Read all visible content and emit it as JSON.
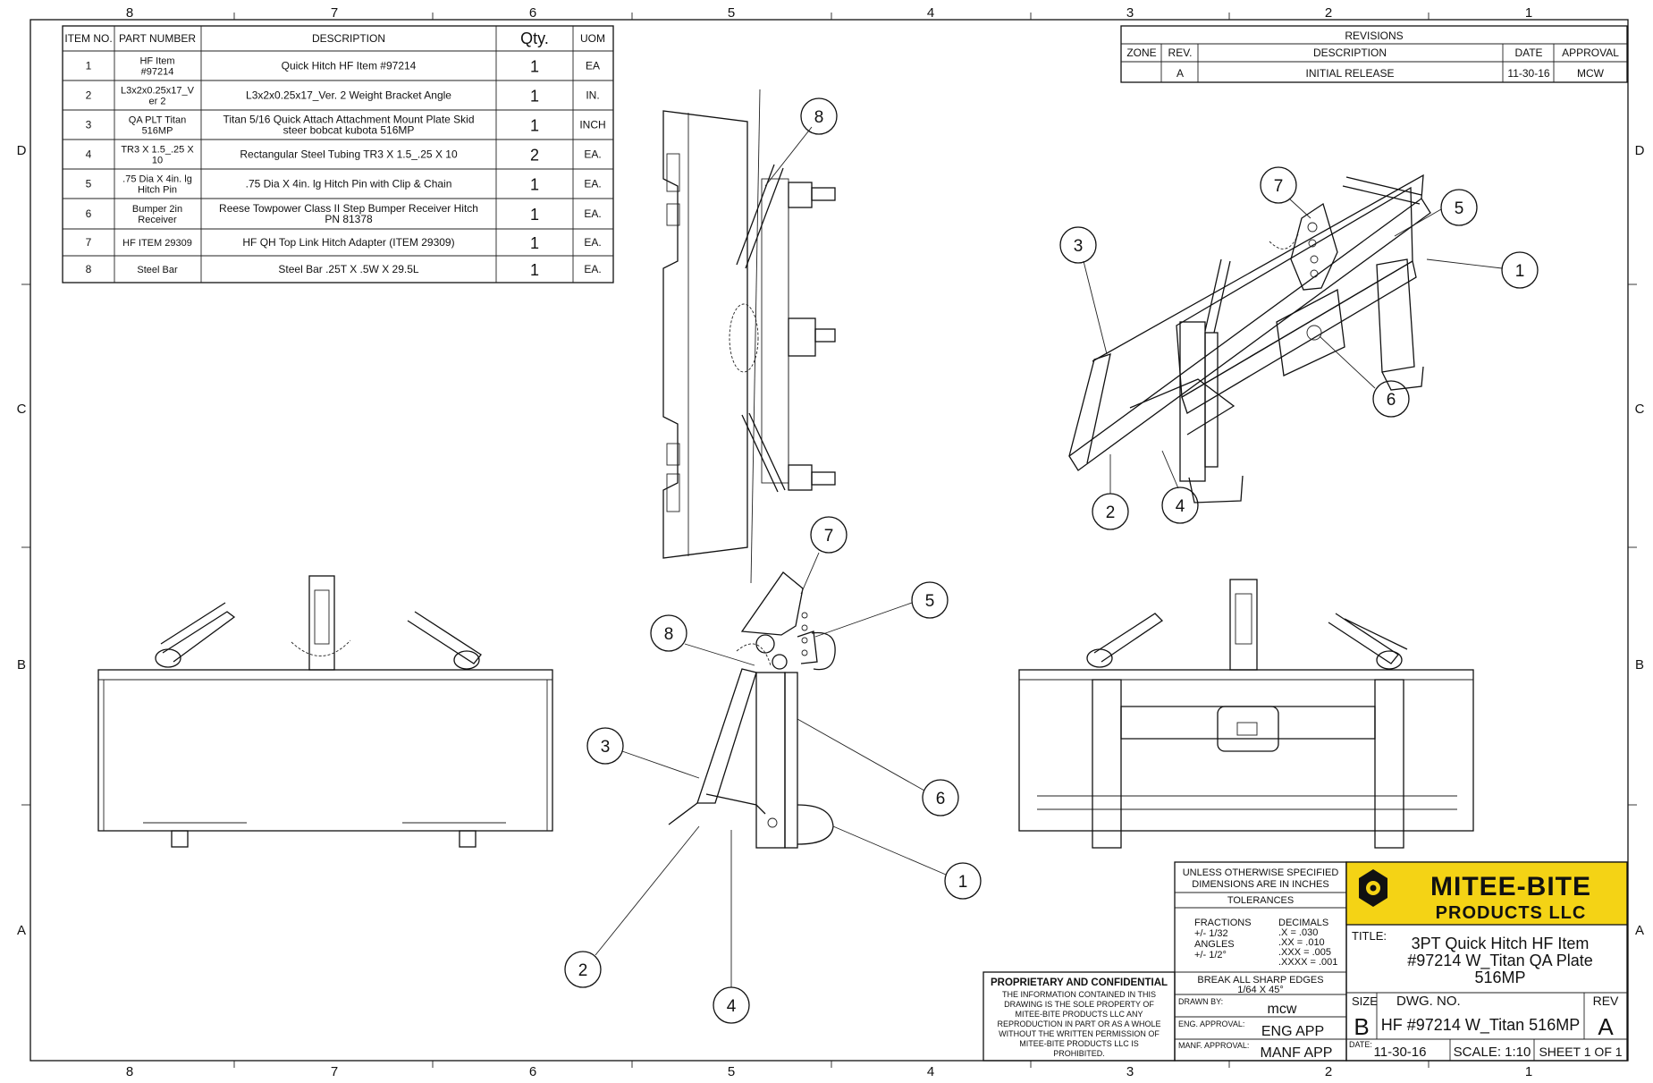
{
  "border": {
    "columns_top": [
      "8",
      "7",
      "6",
      "5",
      "4",
      "3",
      "2",
      "1"
    ],
    "rows_left": [
      "D",
      "C",
      "B",
      "A"
    ]
  },
  "bom": {
    "headers": [
      "ITEM NO.",
      "PART NUMBER",
      "DESCRIPTION",
      "Qty.",
      "UOM"
    ],
    "rows": [
      {
        "item": "1",
        "part": [
          "HF Item",
          "#97214"
        ],
        "desc": [
          "Quick Hitch HF Item #97214"
        ],
        "qty": "1",
        "uom": "EA"
      },
      {
        "item": "2",
        "part": [
          "L3x2x0.25x17_V",
          "er 2"
        ],
        "desc": [
          "L3x2x0.25x17_Ver. 2 Weight Bracket Angle"
        ],
        "qty": "1",
        "uom": "IN."
      },
      {
        "item": "3",
        "part": [
          "QA PLT Titan",
          "516MP"
        ],
        "desc": [
          "Titan 5/16 Quick Attach Attachment Mount Plate Skid",
          "steer bobcat kubota 516MP"
        ],
        "qty": "1",
        "uom": "INCH"
      },
      {
        "item": "4",
        "part": [
          "TR3 X 1.5_.25 X",
          "10"
        ],
        "desc": [
          "Rectangular Steel Tubing TR3 X 1.5_.25 X 10"
        ],
        "qty": "2",
        "uom": "EA."
      },
      {
        "item": "5",
        "part": [
          ".75 Dia X 4in. lg",
          "Hitch Pin"
        ],
        "desc": [
          ".75 Dia X 4in. lg Hitch Pin with Clip & Chain"
        ],
        "qty": "1",
        "uom": "EA."
      },
      {
        "item": "6",
        "part": [
          "Bumper 2in",
          "Receiver"
        ],
        "desc": [
          "Reese Towpower Class II Step Bumper Receiver Hitch",
          "PN 81378"
        ],
        "qty": "1",
        "uom": "EA."
      },
      {
        "item": "7",
        "part": [
          "HF ITEM 29309"
        ],
        "desc": [
          "HF QH Top Link Hitch Adapter (ITEM 29309)"
        ],
        "qty": "1",
        "uom": "EA."
      },
      {
        "item": "8",
        "part": [
          "Steel Bar"
        ],
        "desc": [
          "Steel Bar .25T X .5W X 29.5L"
        ],
        "qty": "1",
        "uom": "EA."
      }
    ]
  },
  "revisions": {
    "title": "REVISIONS",
    "headers": [
      "ZONE",
      "REV.",
      "DESCRIPTION",
      "DATE",
      "APPROVAL"
    ],
    "rows": [
      {
        "zone": "",
        "rev": "A",
        "desc": "INITIAL RELEASE",
        "date": "11-30-16",
        "approval": "MCW"
      }
    ]
  },
  "balloons": [
    "1",
    "2",
    "3",
    "4",
    "5",
    "6",
    "7",
    "8"
  ],
  "title_block": {
    "unless_note": [
      "UNLESS OTHERWISE SPECIFIED",
      "DIMENSIONS ARE IN INCHES"
    ],
    "tolerances": "TOLERANCES",
    "fractions": [
      "FRACTIONS",
      "+/- 1/32",
      "ANGLES",
      "+/- 1/2°"
    ],
    "decimals": [
      "DECIMALS",
      ".X = .030",
      ".XX = .010",
      ".XXX = .005",
      ".XXXX = .001"
    ],
    "break_edges": [
      "BREAK ALL SHARP EDGES",
      "1/64 X 45°"
    ],
    "drawn_by_label": "DRAWN BY:",
    "drawn_by": "mcw",
    "eng_approval_label": "ENG. APPROVAL:",
    "eng_approval": "ENG APP",
    "manf_approval_label": "MANF. APPROVAL:",
    "manf_approval": "MANF APP",
    "proprietary_title": "PROPRIETARY AND CONFIDENTIAL",
    "proprietary_text": [
      "THE INFORMATION CONTAINED IN THIS",
      "DRAWING IS THE SOLE PROPERTY OF",
      "MITEE-BITE PRODUCTS LLC ANY",
      "REPRODUCTION IN PART OR AS A WHOLE",
      "WITHOUT THE WRITTEN PERMISSION OF",
      "MITEE-BITE PRODUCTS LLC IS",
      "PROHIBITED."
    ],
    "logo_text": [
      "MITEE-BITE",
      "PRODUCTS LLC"
    ],
    "title_label": "TITLE:",
    "title": [
      "3PT Quick Hitch HF Item",
      "#97214 W_Titan QA Plate",
      "516MP"
    ],
    "size_label": "SIZE",
    "size": "B",
    "dwg_no_label": "DWG.  NO.",
    "dwg_no": "HF #97214 W_Titan 516MP",
    "rev_label": "REV",
    "rev": "A",
    "date_label": "DATE:",
    "date": "11-30-16",
    "scale": "SCALE: 1:10",
    "sheet": "SHEET 1 OF 1"
  },
  "colors": {
    "logo_yellow": "#f4d315",
    "ink": "#111111"
  }
}
